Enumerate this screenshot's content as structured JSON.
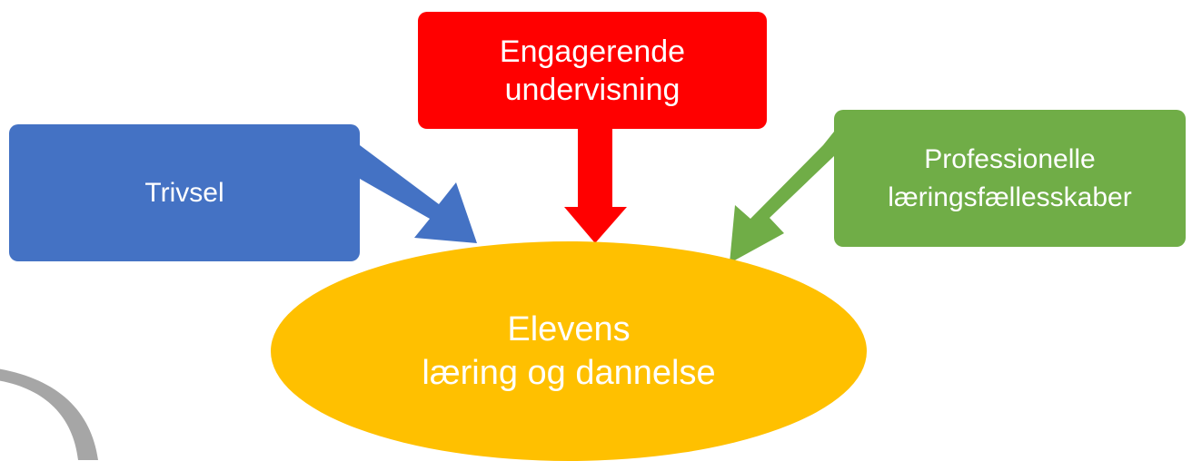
{
  "nodes": {
    "trivsel": {
      "label": "Trivsel",
      "color": "#4472C4"
    },
    "engagerende": {
      "label": "Engagerende\nundervisning",
      "color": "#FF0000"
    },
    "professionelle": {
      "label": "Professionelle\nlæringsfællesskaber",
      "color": "#70AD47"
    },
    "center": {
      "label": "Elevens\nlæring og dannelse",
      "color": "#FFC000"
    }
  },
  "decoration": {
    "swoosh_color": "#A6A6A6"
  }
}
